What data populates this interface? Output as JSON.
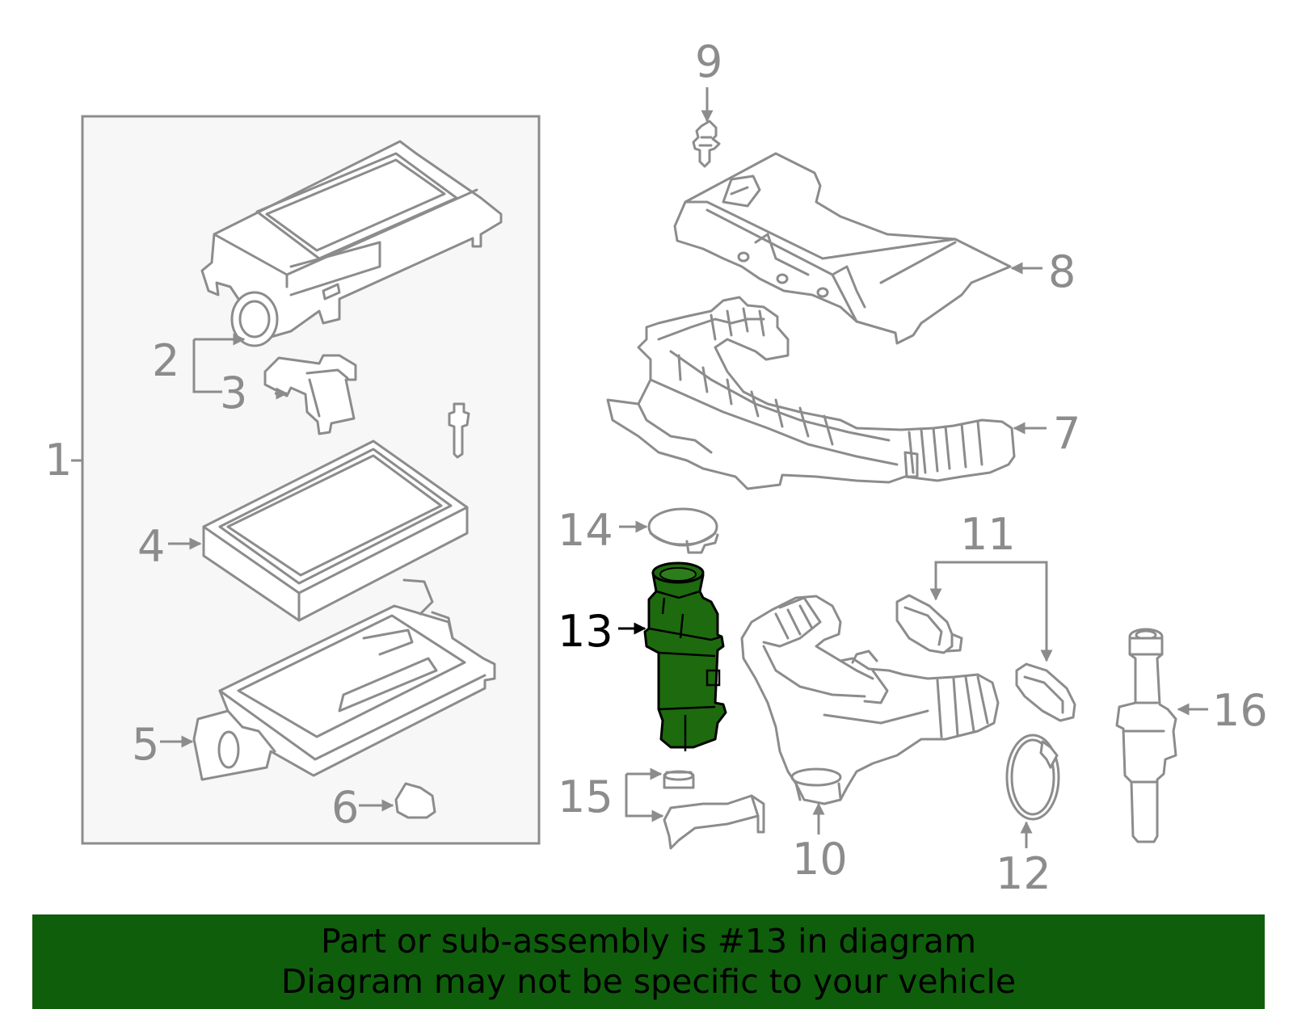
{
  "diagram": {
    "callouts": [
      "1",
      "2",
      "3",
      "4",
      "5",
      "6",
      "7",
      "8",
      "9",
      "10",
      "11",
      "12",
      "13",
      "14",
      "15",
      "16"
    ],
    "highlighted_callout": "13",
    "colors": {
      "line": "#8c8c8c",
      "highlight_fill": "#1e6a0f",
      "banner": "#0f5e0c",
      "box_fill": "#f7f7f7"
    }
  },
  "banner": {
    "line1": "Part or sub-assembly is #13 in diagram",
    "line2": "Diagram may not be specific to your vehicle"
  }
}
